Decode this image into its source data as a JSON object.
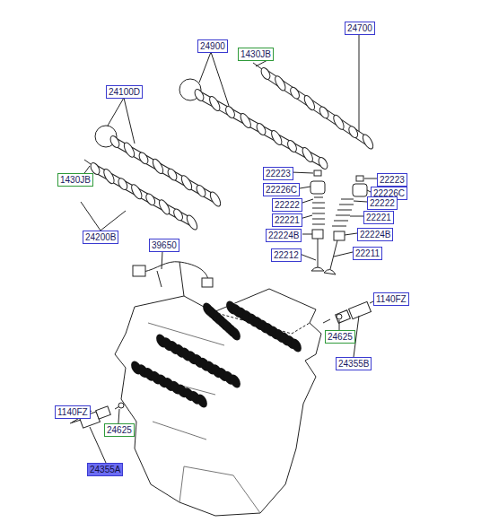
{
  "diagram": {
    "labels": [
      "24700",
      "1430JB",
      "24900",
      "24100D",
      "1430JB",
      "24200B",
      "22223",
      "22223",
      "22226C",
      "22226C",
      "22222",
      "22222",
      "22221",
      "22221",
      "22224B",
      "22224B",
      "22212",
      "22211",
      "39650",
      "1140FZ",
      "24625",
      "24355B",
      "1140FZ",
      "24625",
      "24355A"
    ]
  }
}
